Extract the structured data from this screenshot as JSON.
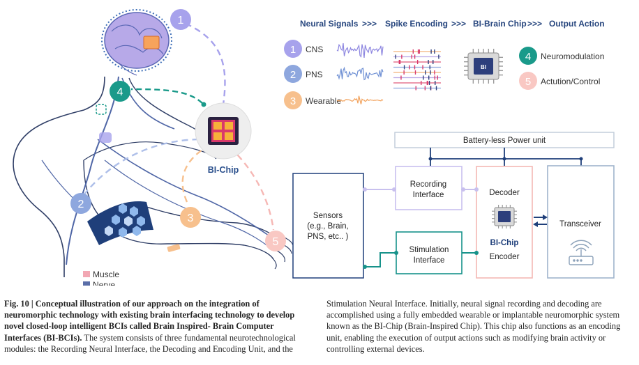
{
  "figure": {
    "pipeline": [
      "Neural Signals",
      "Spike Encoding",
      "BI-Brain Chip",
      "Output Action"
    ],
    "pipeline_arrow": ">>>",
    "inputs": [
      {
        "num": "1",
        "label": "CNS"
      },
      {
        "num": "2",
        "label": "PNS"
      },
      {
        "num": "3",
        "label": "Wearable"
      }
    ],
    "outputs": [
      {
        "num": "4",
        "label": "Neuromodulation"
      },
      {
        "num": "5",
        "label": "Actution/Control"
      }
    ],
    "chip_label": "BI-Chip",
    "chip_center_text": "BI",
    "markers": [
      "1",
      "2",
      "3",
      "4",
      "5"
    ],
    "legend": [
      {
        "label": "Muscle",
        "color": "#f2a7b3"
      },
      {
        "label": "Nerve",
        "color": "#5a6ea8"
      }
    ],
    "block": {
      "power": "Battery-less Power unit",
      "sensors": [
        "Sensors",
        "(e.g., Brain,",
        "PNS, etc.. )"
      ],
      "recording": [
        "Recording",
        "Interface"
      ],
      "stimulation": [
        "Stimulation",
        "Interface"
      ],
      "decoder": "Decoder",
      "chip": "BI-Chip",
      "encoder": "Encoder",
      "transceiver": "Transceiver"
    },
    "colors": {
      "c1": "#a7a2ec",
      "c2": "#7f9fdb",
      "c3": "#f7c08d",
      "c4": "#1a9a8a",
      "c5": "#f6b7b4",
      "navy": "#1f3f7a",
      "teal": "#17928a"
    }
  },
  "caption": {
    "bold": "Fig. 10 | Conceptual illustration of our approach on the integration of neuromorphic technology with existing brain interfacing technology to develop novel closed-loop intelligent BCIs called Brain Inspired- Brain Computer Interfaces (BI-BCIs).",
    "left_rest": " The system consists of three fundamental neurotechnological modules: the Recording Neural Interface, the Decoding and Encoding Unit, and the",
    "right": "Stimulation Neural Interface. Initially, neural signal recording and decoding are accomplished using a fully embedded wearable or implantable neuromorphic system known as the BI-Chip (Brain-Inspired Chip). This chip also functions as an encoding unit, enabling the execution of output actions such as modifying brain activity or controlling external devices."
  }
}
